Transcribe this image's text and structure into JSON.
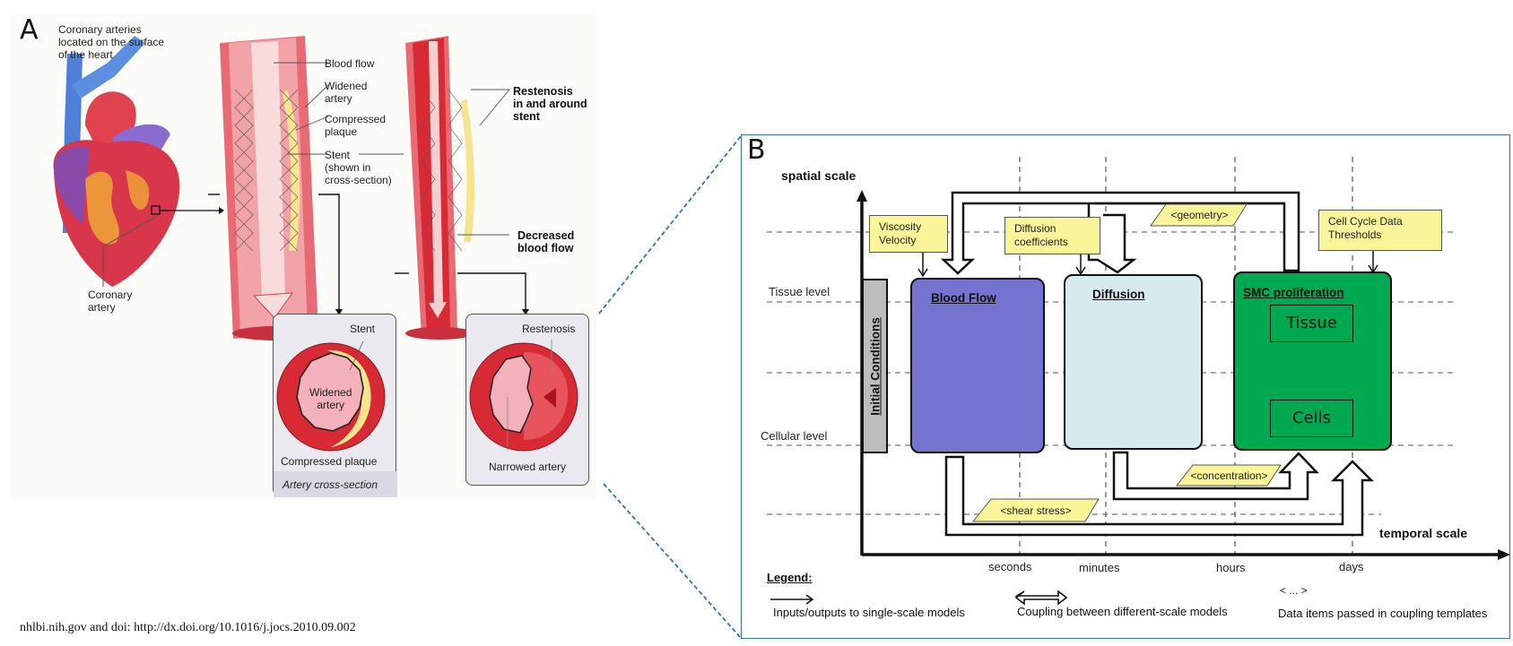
{
  "panel_a": {
    "label": "A",
    "heart": {
      "title": "Coronary arteries located on the surface of the heart",
      "title_lines": [
        "Coronary arteries",
        "located on the surface",
        "of the heart"
      ],
      "coronary_artery_lines": [
        "Coronary",
        "artery"
      ]
    },
    "stented_artery": {
      "callouts": [
        {
          "lines": [
            "Blood flow"
          ]
        },
        {
          "lines": [
            "Widened",
            "artery"
          ]
        },
        {
          "lines": [
            "Compressed",
            "plaque"
          ]
        },
        {
          "lines": [
            "Stent",
            "(shown in",
            "cross-section)"
          ]
        }
      ],
      "cross_section": {
        "stent_label": "Stent",
        "widened_lines": [
          "Widened",
          "artery"
        ],
        "plaque_label": "Compressed plaque",
        "footer": "Artery cross-section"
      }
    },
    "restenosis_artery": {
      "callouts": [
        {
          "lines": [
            "Restenosis",
            "in and around",
            "stent"
          ]
        },
        {
          "lines": [
            "Decreased",
            "blood flow"
          ]
        }
      ],
      "cross_section": {
        "restenosis_label": "Restenosis",
        "narrowed_label": "Narrowed artery"
      }
    }
  },
  "panel_b": {
    "label": "B",
    "y_axis_label": "spatial scale",
    "x_axis_label": "temporal scale",
    "y_levels": [
      "Tissue level",
      "Cellular level"
    ],
    "x_ticks": [
      "seconds",
      "minutes",
      "hours",
      "days"
    ],
    "initial_conditions": "Initial Conditions",
    "inputs": [
      {
        "lines": [
          "Viscosity",
          "Velocity"
        ]
      },
      {
        "lines": [
          "Diffusion",
          "coefficients"
        ]
      },
      {
        "lines": [
          "Cell Cycle Data",
          "Thresholds"
        ]
      }
    ],
    "models": [
      {
        "title": "Blood Flow",
        "color": "#7473cf"
      },
      {
        "title": "Diffusion",
        "color": "#d6eaef"
      },
      {
        "title": "SMC proliferation",
        "color": "#00a94f",
        "inner": [
          "Tissue",
          "Cells"
        ]
      }
    ],
    "coupling_data": [
      "<geometry>",
      "<concentration>",
      "<shear stress>"
    ],
    "legend": {
      "title": "Legend:",
      "items": [
        {
          "symbol": "single-arrow",
          "text": "Inputs/outputs to single-scale models"
        },
        {
          "symbol": "double-arrow",
          "text": "Coupling between different-scale models"
        },
        {
          "symbol": "< ... >",
          "text": "Data items passed in coupling templates"
        }
      ]
    }
  },
  "caption": "nhlbi.nih.gov and doi: http://dx.doi.org/10.1016/j.jocs.2010.09.002",
  "colors": {
    "frame": "#2e74b5",
    "input_box": "#fbf59a",
    "initial_conditions": "#bdbdbd"
  }
}
